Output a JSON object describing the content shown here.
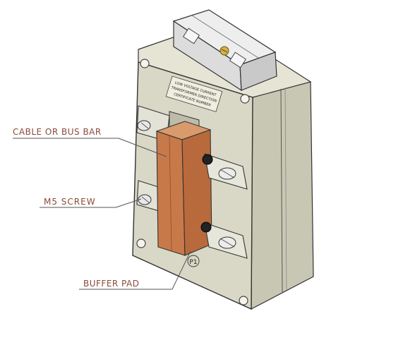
{
  "labels": {
    "cable": "CABLE OR BUS BAR",
    "screw": "M5  SCREW",
    "pad": "BUFFER PAD"
  },
  "plate": {
    "line1": "LOW VOLTAGE CURRENT",
    "line2": "TRANSFORMER DIRECTION",
    "line3": "CERTIFICATE NUMBER"
  },
  "terminal_marking": "P1",
  "colors": {
    "body_front": "#d9d8c6",
    "body_side": "#c8c7b3",
    "body_top": "#e6e5d5",
    "copper": "#c8794a",
    "copper_dark": "#a05c36",
    "label_text": "#8a4a3a",
    "leader": "#555555"
  }
}
